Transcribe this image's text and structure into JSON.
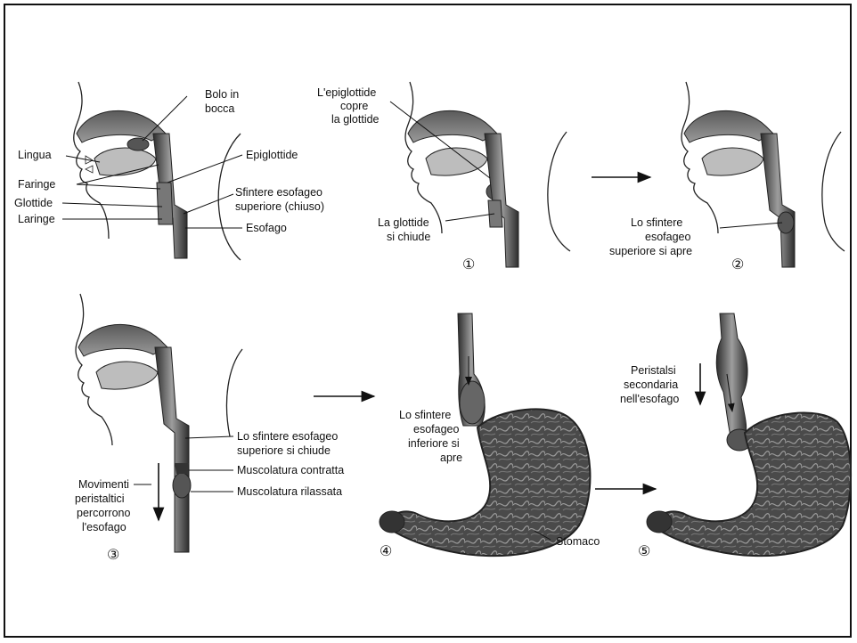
{
  "labels": {
    "bolo_line1": "Bolo in",
    "bolo_line2": "bocca",
    "lingua": "Lingua",
    "epiglottide": "Epiglottide",
    "faringe": "Faringe",
    "sfintere_sup_line1": "Sfintere esofageo",
    "sfintere_sup_line2": "superiore (chiuso)",
    "glottide": "Glottide",
    "laringe": "Laringe",
    "esofago": "Esofago",
    "epiglottide_copre_line1": "L'epiglottide",
    "epiglottide_copre_line2": "copre",
    "epiglottide_copre_line3": "la glottide",
    "glottide_chiude_line1": "La glottide",
    "glottide_chiude_line2": "si chiude",
    "sfintere_apre_line1": "Lo sfintere",
    "sfintere_apre_line2": "esofageo",
    "sfintere_apre_line3": "superiore si apre",
    "sfintere_chiude_line1": "Lo sfintere esofageo",
    "sfintere_chiude_line2": "superiore si chiude",
    "muscolatura_contratta": "Muscolatura contratta",
    "muscolatura_rilassata": "Muscolatura rilassata",
    "movimenti_line1": "Movimenti",
    "movimenti_line2": "peristaltici",
    "movimenti_line3": "percorrono",
    "movimenti_line4": "l'esofago",
    "sfintere_inf_line1": "Lo sfintere",
    "sfintere_inf_line2": "esofageo",
    "sfintere_inf_line3": "inferiore si",
    "sfintere_inf_line4": "apre",
    "stomaco": "Stomaco",
    "peristalsi_line1": "Peristalsi",
    "peristalsi_line2": "secondaria",
    "peristalsi_line3": "nell'esofago"
  },
  "steps": {
    "step1": "①",
    "step2": "②",
    "step3": "③",
    "step4": "④",
    "step5": "⑤"
  },
  "colors": {
    "ink": "#111111",
    "tissue_dark": "#3a3a3a",
    "tissue_mid": "#8a8a8a",
    "tissue_light": "#cfcfcf",
    "stomach_fill": "#4a4a4a"
  }
}
